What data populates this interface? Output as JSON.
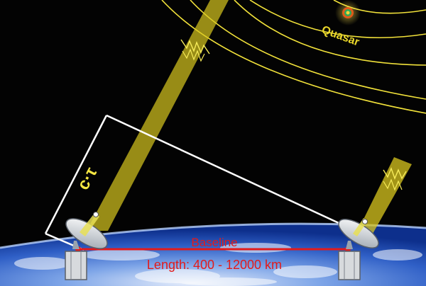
{
  "labels": {
    "quasar": "Quasar",
    "delay": "c·τ",
    "baseline": "Baseline",
    "length": "Length: 400 - 12000 km"
  },
  "colors": {
    "background": "#030303",
    "wavefront": "#f2e23a",
    "beam": "#d9c71f",
    "quasar_text": "#e8d52a",
    "geometry": "#ffffff",
    "baseline": "#e21b1b",
    "earth_deep": "#0d2f8c",
    "earth_light": "#7fa6e8"
  },
  "icons": {
    "quasar": "quasar-icon",
    "left_telescope": "radio-telescope-icon",
    "right_telescope": "radio-telescope-icon"
  }
}
